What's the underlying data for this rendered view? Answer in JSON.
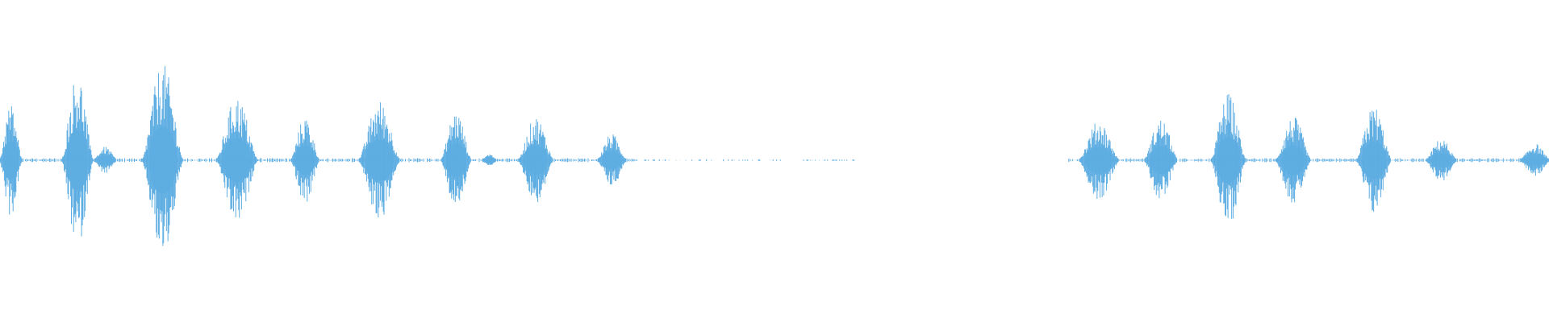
{
  "waveform": {
    "color": "#5dade2",
    "background": "#ffffff",
    "segments": [
      {
        "start": 0.0,
        "end": 0.014,
        "peak": 0.55
      },
      {
        "start": 0.04,
        "end": 0.06,
        "peak": 0.85
      },
      {
        "start": 0.061,
        "end": 0.075,
        "peak": 0.12
      },
      {
        "start": 0.092,
        "end": 0.118,
        "peak": 0.95
      },
      {
        "start": 0.14,
        "end": 0.166,
        "peak": 0.62
      },
      {
        "start": 0.188,
        "end": 0.206,
        "peak": 0.42
      },
      {
        "start": 0.232,
        "end": 0.258,
        "peak": 0.58
      },
      {
        "start": 0.285,
        "end": 0.304,
        "peak": 0.48
      },
      {
        "start": 0.312,
        "end": 0.32,
        "peak": 0.05
      },
      {
        "start": 0.335,
        "end": 0.357,
        "peak": 0.42
      },
      {
        "start": 0.386,
        "end": 0.404,
        "peak": 0.25
      },
      {
        "start": 0.697,
        "end": 0.722,
        "peak": 0.38
      },
      {
        "start": 0.739,
        "end": 0.76,
        "peak": 0.4
      },
      {
        "start": 0.782,
        "end": 0.804,
        "peak": 0.65
      },
      {
        "start": 0.824,
        "end": 0.846,
        "peak": 0.42
      },
      {
        "start": 0.876,
        "end": 0.898,
        "peak": 0.53
      },
      {
        "start": 0.921,
        "end": 0.94,
        "peak": 0.2
      },
      {
        "start": 0.982,
        "end": 1.0,
        "peak": 0.15
      }
    ]
  }
}
